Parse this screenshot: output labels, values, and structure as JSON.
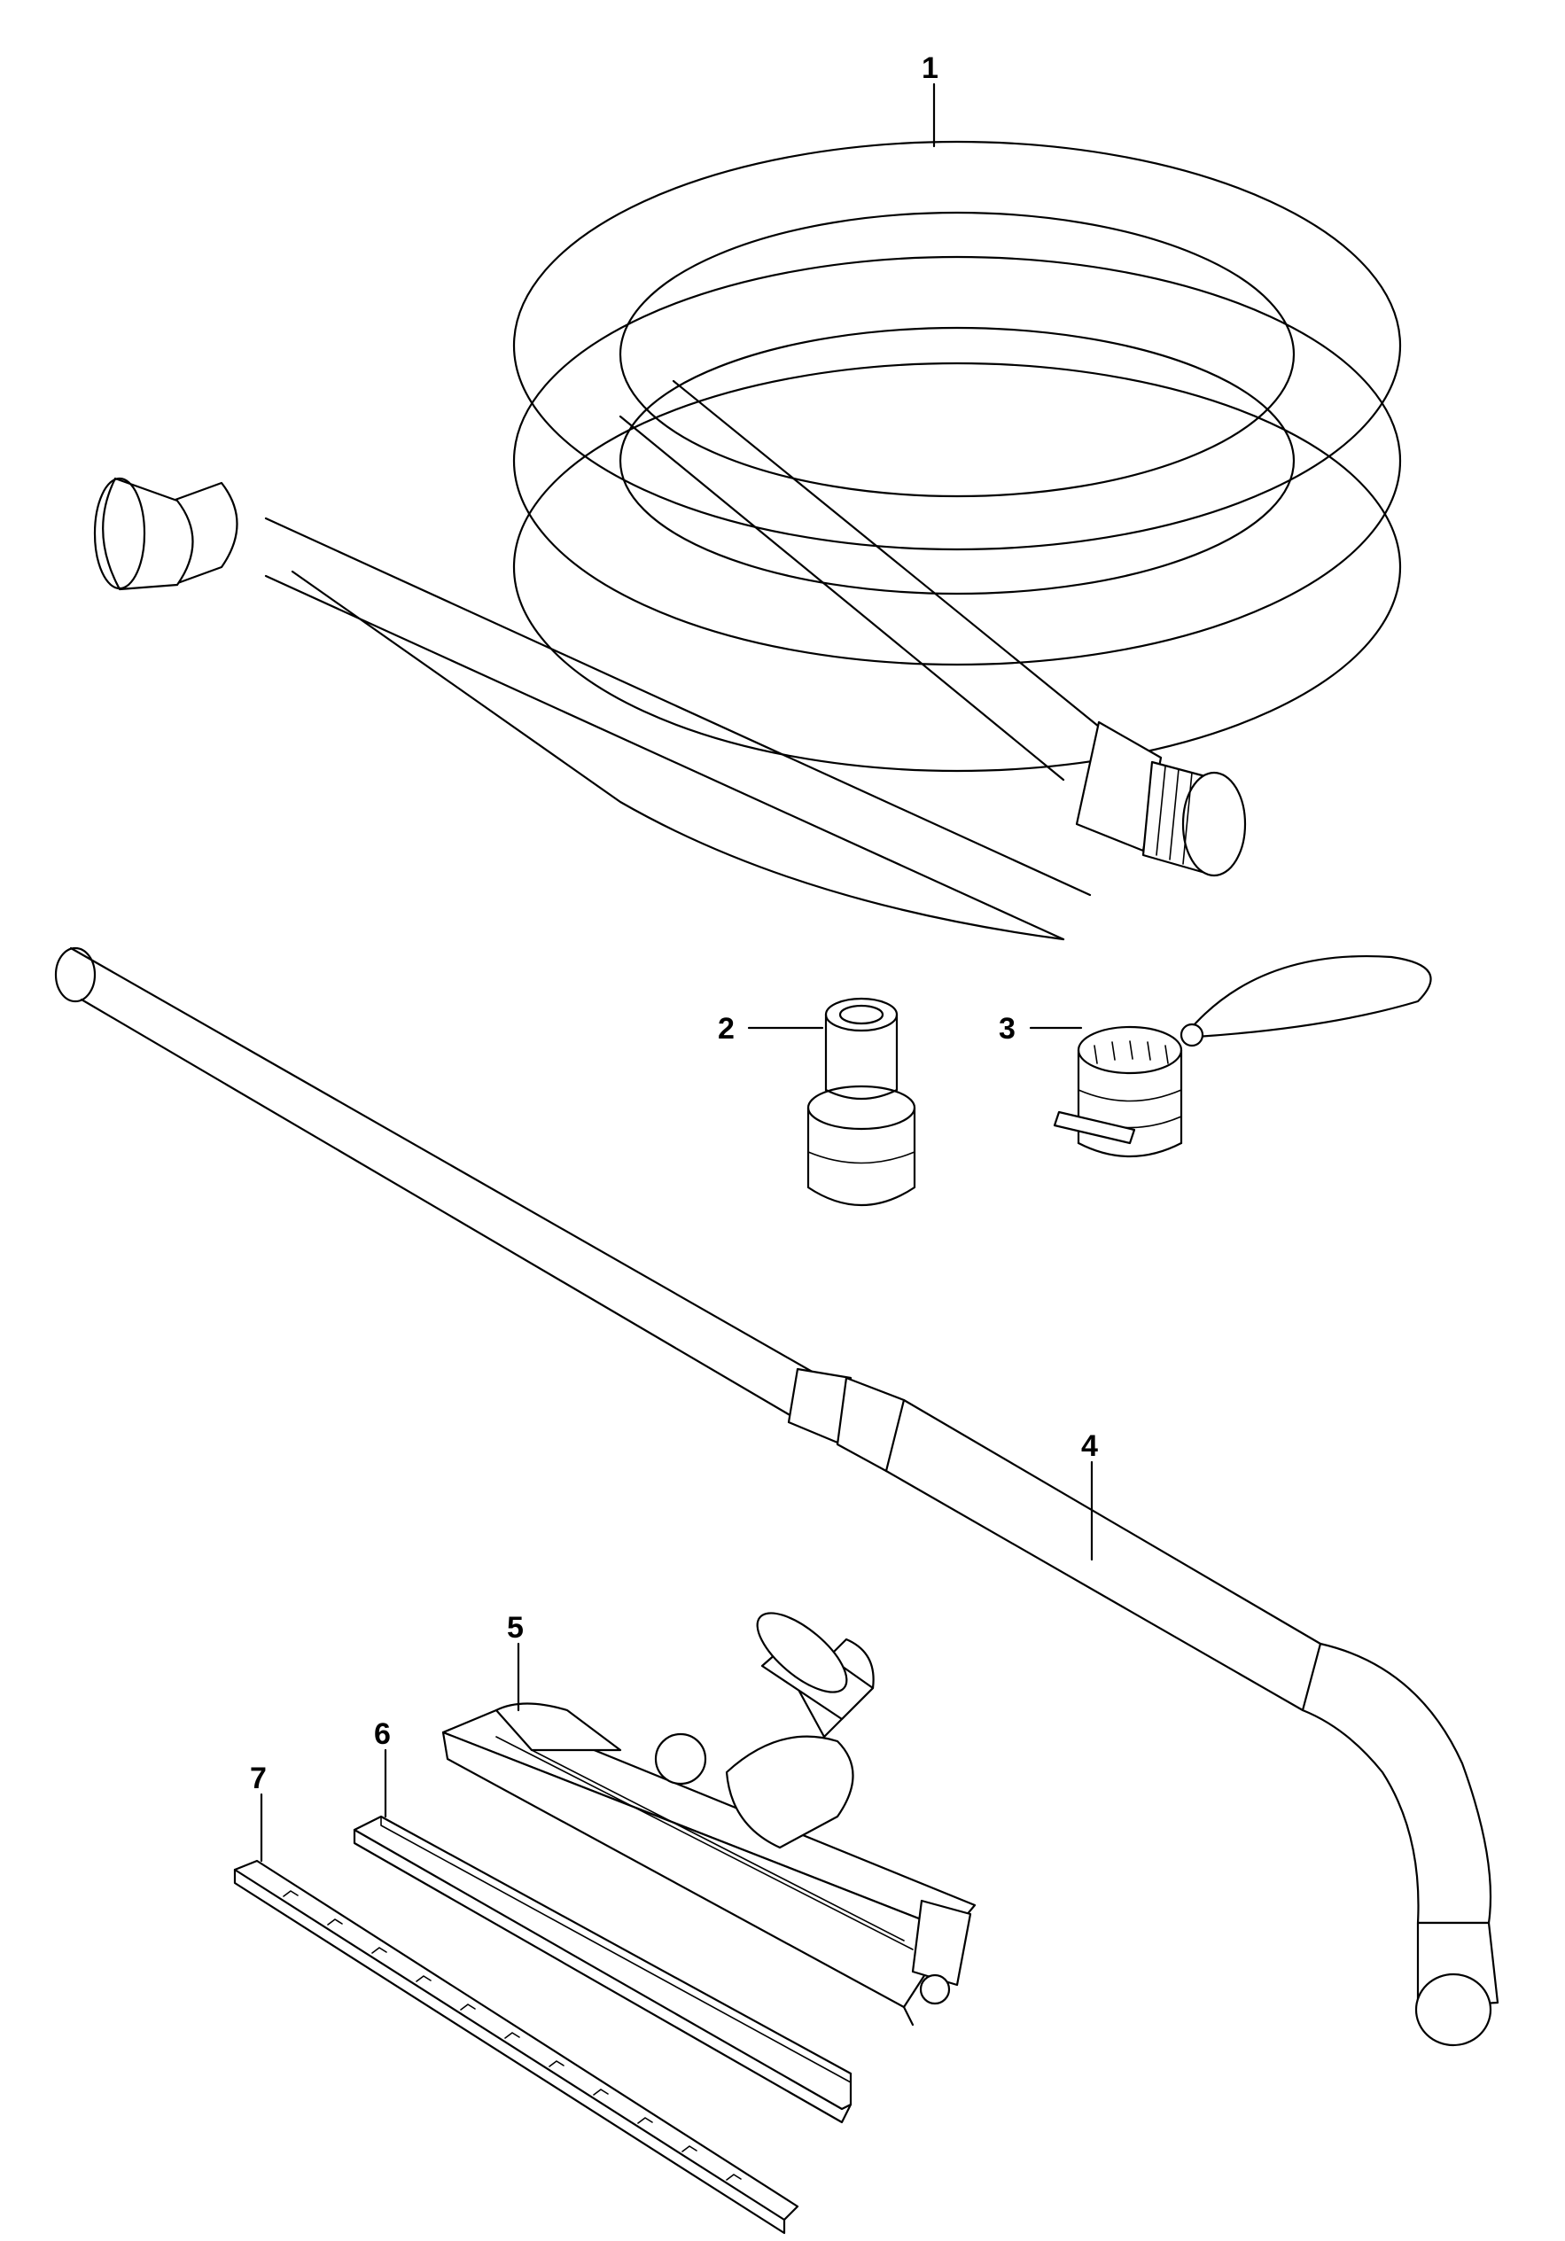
{
  "callouts": [
    {
      "label": "1"
    },
    {
      "label": "2"
    },
    {
      "label": "3"
    },
    {
      "label": "4"
    },
    {
      "label": "5"
    },
    {
      "label": "6"
    },
    {
      "label": "7"
    }
  ],
  "colors": {
    "line": "#000000",
    "background": "#ffffff"
  }
}
